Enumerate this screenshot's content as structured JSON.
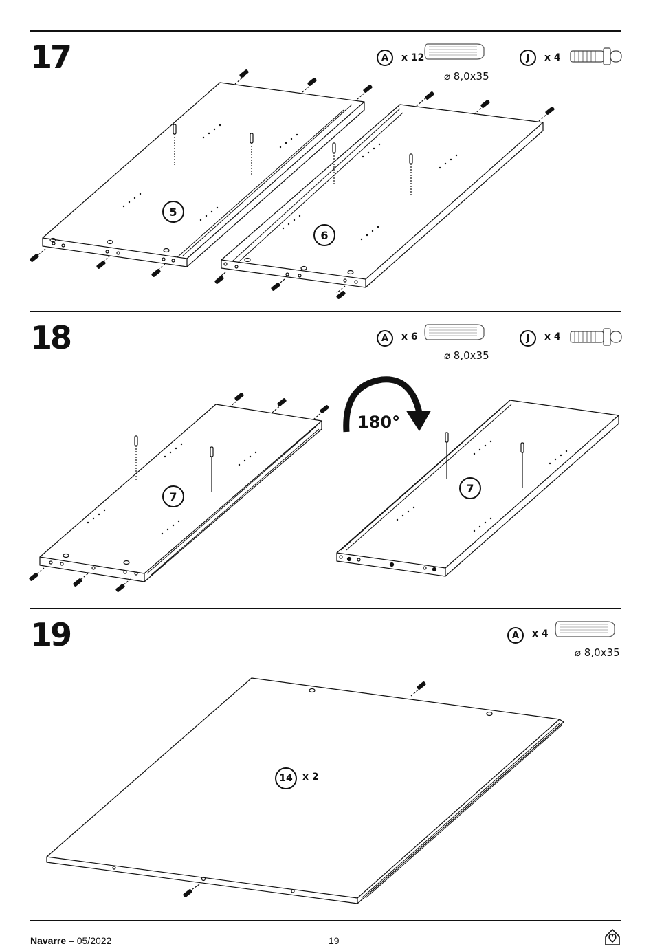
{
  "footer": {
    "product": "Navarre",
    "separator": " – ",
    "date": "05/2022",
    "page_number": "19",
    "logo_icon": "house-heart-icon"
  },
  "steps": [
    {
      "number": "17",
      "hardware": [
        {
          "letter": "A",
          "qty": "x 12",
          "dimension": "⌀ 8,0x35",
          "icon": "wooden-dowel-icon"
        },
        {
          "letter": "J",
          "qty": "x 4",
          "icon": "cam-bolt-icon"
        }
      ],
      "parts": [
        "5",
        "6"
      ]
    },
    {
      "number": "18",
      "hardware": [
        {
          "letter": "A",
          "qty": "x 6",
          "dimension": "⌀ 8,0x35",
          "icon": "wooden-dowel-icon"
        },
        {
          "letter": "J",
          "qty": "x 4",
          "icon": "cam-bolt-icon"
        }
      ],
      "rotation": "180°",
      "parts": [
        "7",
        "7"
      ]
    },
    {
      "number": "19",
      "hardware": [
        {
          "letter": "A",
          "qty": "x 4",
          "dimension": "⌀ 8,0x35",
          "icon": "wooden-dowel-icon"
        }
      ],
      "parts": [
        "14"
      ],
      "part_qty": "x 2"
    }
  ]
}
